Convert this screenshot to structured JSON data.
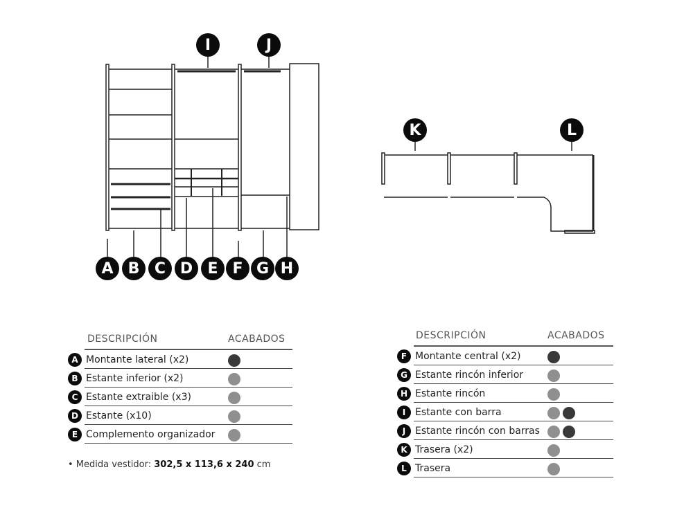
{
  "diagram": {
    "front_view_markers": [
      "A",
      "B",
      "C",
      "D",
      "E",
      "F",
      "G",
      "H"
    ],
    "top_markers": [
      "I",
      "J"
    ],
    "plan_view_markers": [
      "K",
      "L"
    ]
  },
  "colors": {
    "dark_finish": "#3a3839",
    "grey_finish": "#8f8f8f",
    "marker_bg": "#0b0b0b",
    "header_text": "#555555"
  },
  "table_left": {
    "header": {
      "description": "DESCRIPCIÓN",
      "finishes": "ACABADOS"
    },
    "rows": [
      {
        "letter": "A",
        "description": "Montante lateral (x2)",
        "finishes": [
          "dark"
        ]
      },
      {
        "letter": "B",
        "description": "Estante inferior (x2)",
        "finishes": [
          "grey"
        ]
      },
      {
        "letter": "C",
        "description": "Estante extraible (x3)",
        "finishes": [
          "grey"
        ]
      },
      {
        "letter": "D",
        "description": "Estante (x10)",
        "finishes": [
          "grey"
        ]
      },
      {
        "letter": "E",
        "description": "Complemento organizador",
        "finishes": [
          "grey"
        ]
      }
    ]
  },
  "table_right": {
    "header": {
      "description": "DESCRIPCIÓN",
      "finishes": "ACABADOS"
    },
    "rows": [
      {
        "letter": "F",
        "description": "Montante central (x2)",
        "finishes": [
          "dark"
        ]
      },
      {
        "letter": "G",
        "description": "Estante rincón inferior",
        "finishes": [
          "grey"
        ]
      },
      {
        "letter": "H",
        "description": "Estante rincón",
        "finishes": [
          "grey"
        ]
      },
      {
        "letter": "I",
        "description": "Estante con barra",
        "finishes": [
          "grey",
          "dark"
        ]
      },
      {
        "letter": "J",
        "description": "Estante rincón con barras",
        "finishes": [
          "grey",
          "dark"
        ]
      },
      {
        "letter": "K",
        "description": "Trasera (x2)",
        "finishes": [
          "grey"
        ]
      },
      {
        "letter": "L",
        "description": "Trasera",
        "finishes": [
          "grey"
        ]
      }
    ]
  },
  "note": {
    "prefix": "• Medida vestidor: ",
    "dimensions": "302,5 x 113,6 x 240",
    "unit": " cm"
  }
}
